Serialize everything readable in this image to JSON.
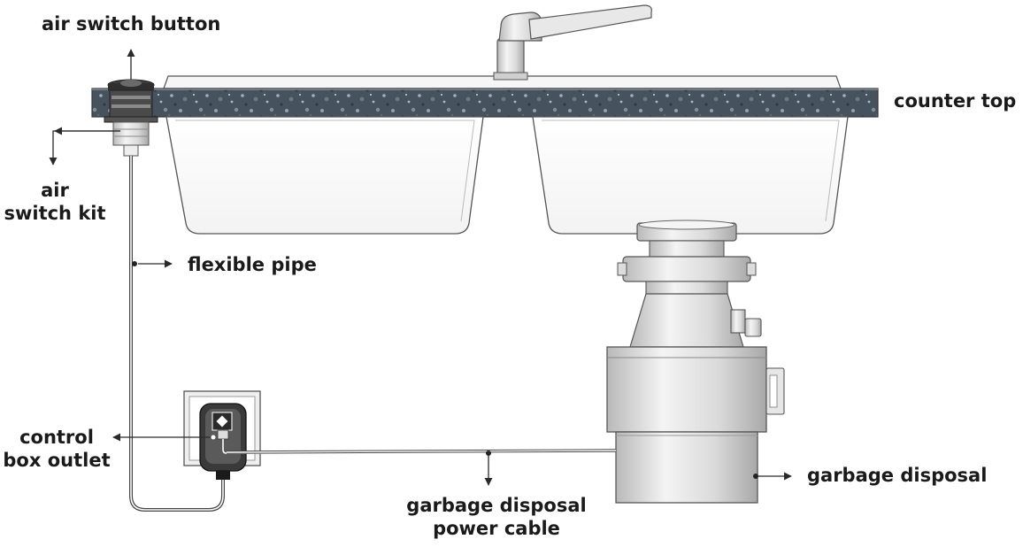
{
  "labels": {
    "air_switch_button": "air switch button",
    "counter_top": "counter top",
    "air_switch_kit_line1": "air",
    "air_switch_kit_line2": "switch kit",
    "flexible_pipe": "flexible pipe",
    "control_box_line1": "control",
    "control_box_line2": "box outlet",
    "garbage_disposal": "garbage disposal",
    "power_cable_line1": "garbage disposal",
    "power_cable_line2": "power cable"
  },
  "colors": {
    "ink": "#2a2a2a",
    "counter": "#4b5a66",
    "counter_speck": "#8da0ad",
    "metal_light": "#f2f2f2",
    "metal_mid": "#d0d0d0",
    "metal_dark": "#9a9a9a",
    "outlet_face": "#5a5a5a"
  }
}
